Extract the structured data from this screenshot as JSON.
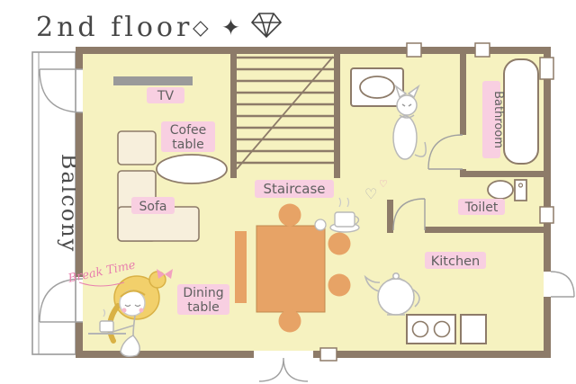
{
  "title": {
    "text": "2nd floor",
    "icons": [
      {
        "name": "diamond-outline-icon",
        "glyph": "◇"
      },
      {
        "name": "diamond-filled-icon",
        "glyph": "✦"
      },
      {
        "name": "gem-icon"
      }
    ]
  },
  "rooms": {
    "balcony": {
      "label": "Balcony"
    },
    "staircase": {
      "label": "Staircase"
    },
    "toilet": {
      "label": "Toilet"
    },
    "bathroom": {
      "label": "Bathroom"
    },
    "kitchen": {
      "label": "Kitchen"
    }
  },
  "furniture": {
    "tv": {
      "label": "TV"
    },
    "coffee_table": {
      "label_line1": "Cofee",
      "label_line2": "table"
    },
    "sofa": {
      "label": "Sofa"
    },
    "dining_table": {
      "label_line1": "Dining",
      "label_line2": "table"
    }
  },
  "annotations": {
    "break_time": "Break Time",
    "hearts": {
      "large": "♡",
      "small": "♡"
    }
  },
  "colors": {
    "floor": "#f6f2c0",
    "wall": "#8d7b69",
    "label_highlight": "#f8cfe1",
    "label_text": "#5f5f5f",
    "furniture_orange": "#e7a366",
    "sketch_gray": "#b5b5b5",
    "accent_pink": "#e87fae",
    "hair_yellow": "#f2d06b"
  }
}
